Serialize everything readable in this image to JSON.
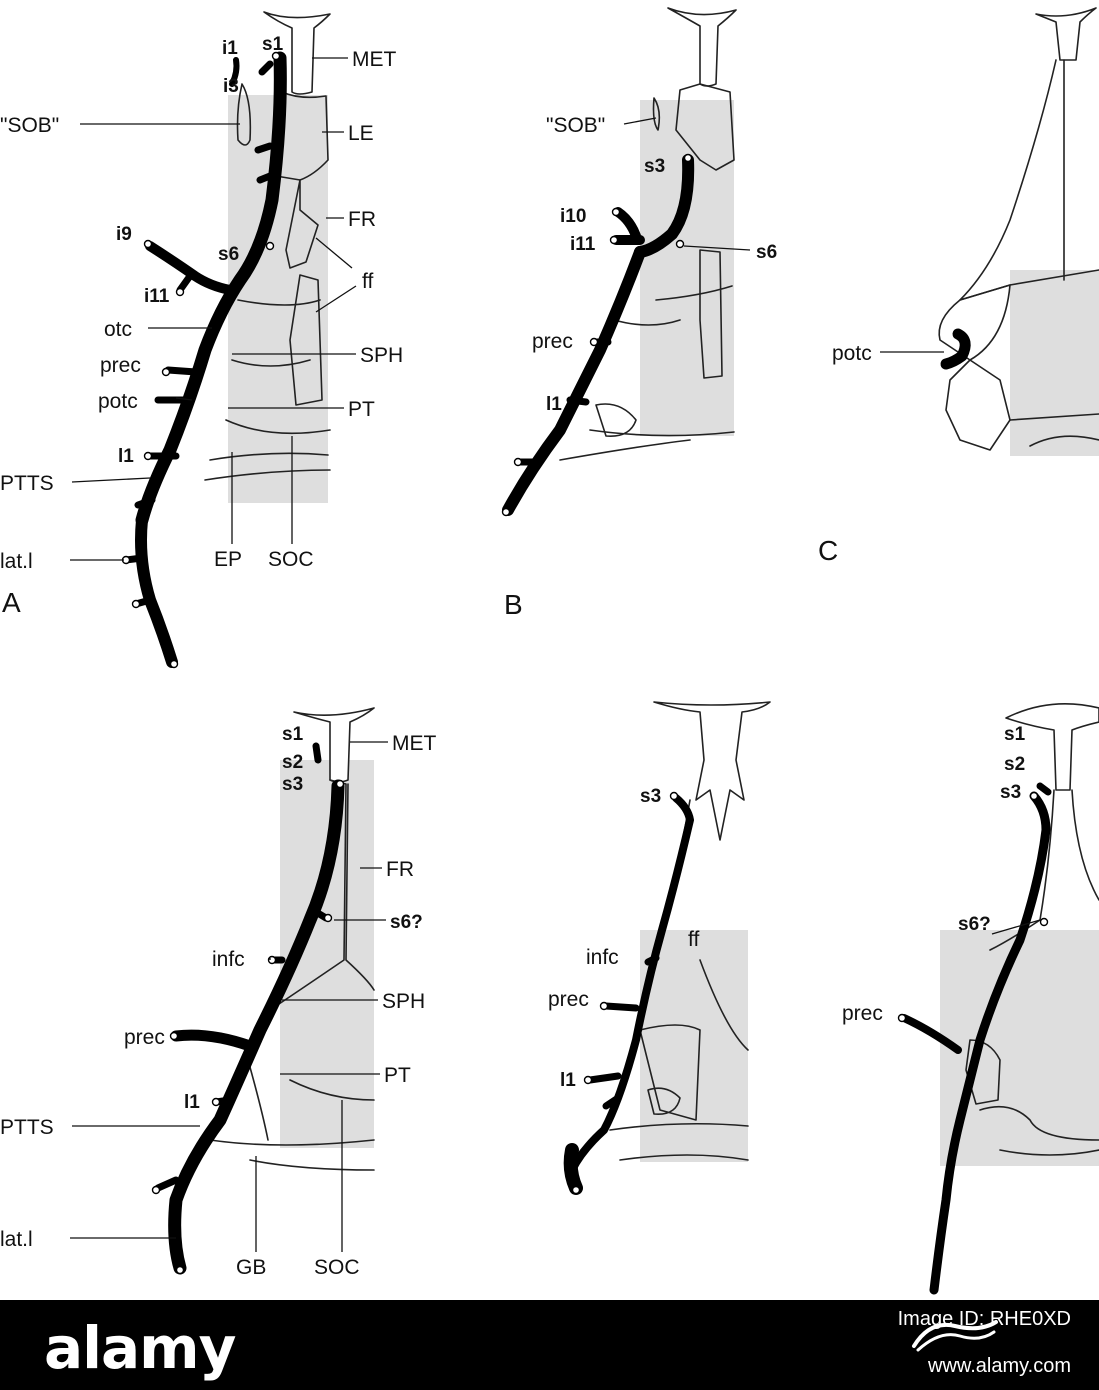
{
  "panels": {
    "A": "A",
    "B": "B",
    "C": "C"
  },
  "labels": {
    "i1": "i1",
    "i3": "i3",
    "s1": "s1",
    "s2": "s2",
    "s3": "s3",
    "s6": "s6",
    "s6q": "s6?",
    "i9": "i9",
    "i10": "i10",
    "i11": "i11",
    "l1": "l1",
    "MET": "MET",
    "LE": "LE",
    "FR": "FR",
    "ff": "ff",
    "SPH": "SPH",
    "PT": "PT",
    "SOB": "\"SOB\"",
    "otc": "otc",
    "prec": "prec",
    "potc": "potc",
    "PTTS": "PTTS",
    "latl": "lat.l",
    "EP": "EP",
    "SOC": "SOC",
    "GB": "GB",
    "infc": "infc"
  },
  "footer": {
    "wordmark": "alamy",
    "image_id": "Image ID: RHE0XD",
    "url": "www.alamy.com"
  },
  "colors": {
    "canal": "#000000",
    "bone_shading": "#dedede",
    "footer_bg": "#000000",
    "footer_text": "#ffffff"
  }
}
